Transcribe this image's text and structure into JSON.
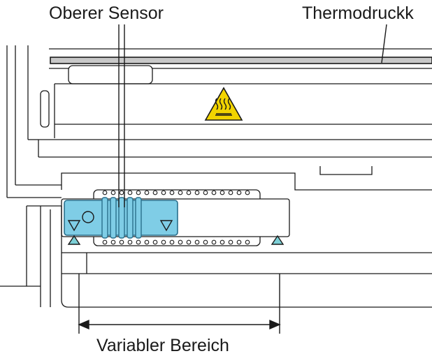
{
  "labels": {
    "upper_sensor": "Oberer Sensor",
    "thermal_head": "Thermodruckk",
    "variable_range": "Variabler Bereich"
  },
  "icons": {
    "warning": "hot-surface-warning-icon"
  },
  "colors": {
    "line": "#1a1a1a",
    "sensor_fill": "#7fcde6",
    "sensor_stroke": "#2a6f8c",
    "marker_fill": "#7ccfd6",
    "warning_fill": "#f2d400",
    "head_fill": "#c8c8c8"
  }
}
